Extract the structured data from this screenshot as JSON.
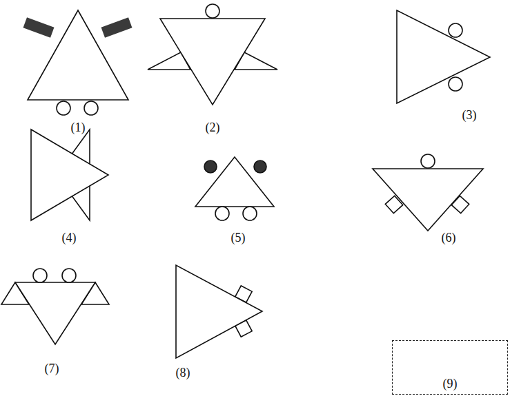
{
  "diagram": {
    "nodes": [
      {
        "text": [
          "(9)"
        ]
      }
    ],
    "labels": [
      "(1)",
      "(2)",
      "(3)",
      "(4)",
      "(5)",
      "(6)",
      "(7)",
      "(8)"
    ]
  }
}
